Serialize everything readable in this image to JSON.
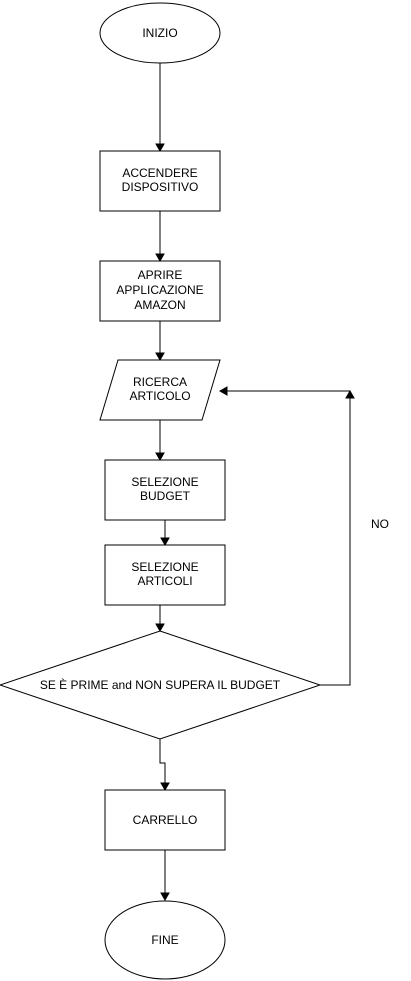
{
  "nodes": {
    "start": "INIZIO",
    "power_on": [
      "ACCENDERE",
      "DISPOSITIVO"
    ],
    "open_app": [
      "APRIRE",
      "APPLICAZIONE",
      "AMAZON"
    ],
    "search": [
      "RICERCA",
      "ARTICOLO"
    ],
    "budget": [
      "SELEZIONE",
      "BUDGET"
    ],
    "items": [
      "SELEZIONE",
      "ARTICOLI"
    ],
    "decision": "SE È PRIME and NON SUPERA IL BUDGET",
    "cart": "CARRELLO",
    "end": "FINE"
  },
  "edges": {
    "loop_label": "NO"
  }
}
